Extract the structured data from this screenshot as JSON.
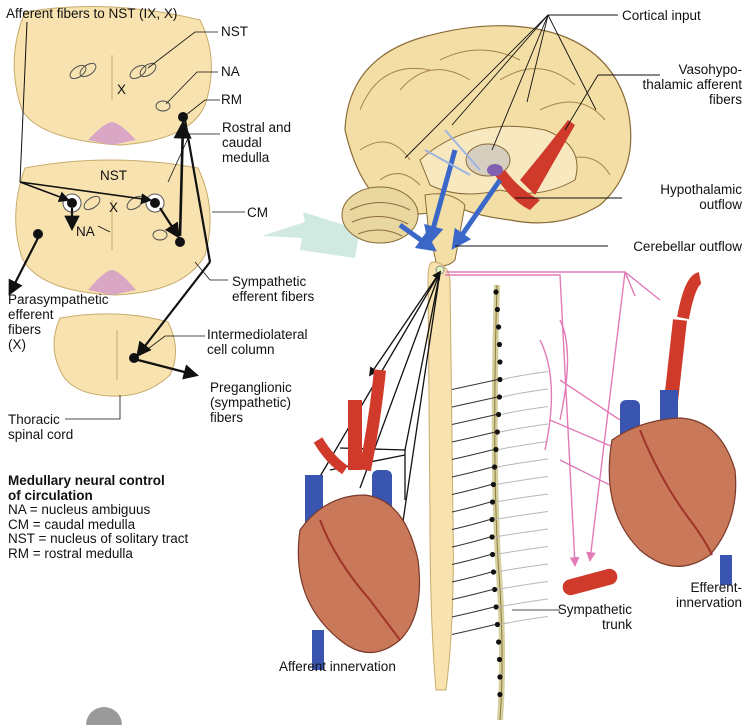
{
  "labels": {
    "afferent_nst": "Afferent fibers to NST (IX, X)",
    "nst_top": "NST",
    "na_top": "NA",
    "rm": "RM",
    "rostral_caudal": [
      "Rostral and",
      "caudal",
      "medulla"
    ],
    "x_top": "X",
    "nst_mid": "NST",
    "x_mid": "X",
    "na_mid": "NA",
    "cm": "CM",
    "parasympathetic": [
      "Parasympathetic",
      "efferent",
      "fibers",
      "(X)"
    ],
    "sympathetic_efferent": [
      "Sympathetic",
      "efferent fibers"
    ],
    "intermediolateral": [
      "Intermediolateral",
      "cell column"
    ],
    "preganglionic": [
      "Preganglionic",
      "(sympathetic)",
      "fibers"
    ],
    "thoracic": [
      "Thoracic",
      "spinal cord"
    ],
    "cortical_input": "Cortical input",
    "vasohypo": [
      "Vasohypo-",
      "thalamic afferent",
      "fibers"
    ],
    "hypothalamic_outflow": [
      "Hypothalamic",
      "outflow"
    ],
    "cerebellar_outflow": "Cerebellar outflow",
    "efferent_innervation": [
      "Efferent-",
      "innervation"
    ],
    "afferent_innervation": "Afferent innervation",
    "sympathetic_trunk": [
      "Sympathetic",
      "trunk"
    ]
  },
  "legend": {
    "title": [
      "Medullary neural control",
      "of circulation"
    ],
    "items": [
      "NA = nucleus ambiguus",
      "CM = caudal medulla",
      "NST = nucleus of solitary tract",
      "RM = rostral medulla"
    ]
  },
  "colors": {
    "tissue": "#f8e3b0",
    "tissue_stroke": "#b89a5a",
    "pink": "#e27bb8",
    "artery": "#cf3a2a",
    "vein": "#3a55b0",
    "blue_arrow": "#3b68c8",
    "green_arrow": "#c9e6dc"
  }
}
